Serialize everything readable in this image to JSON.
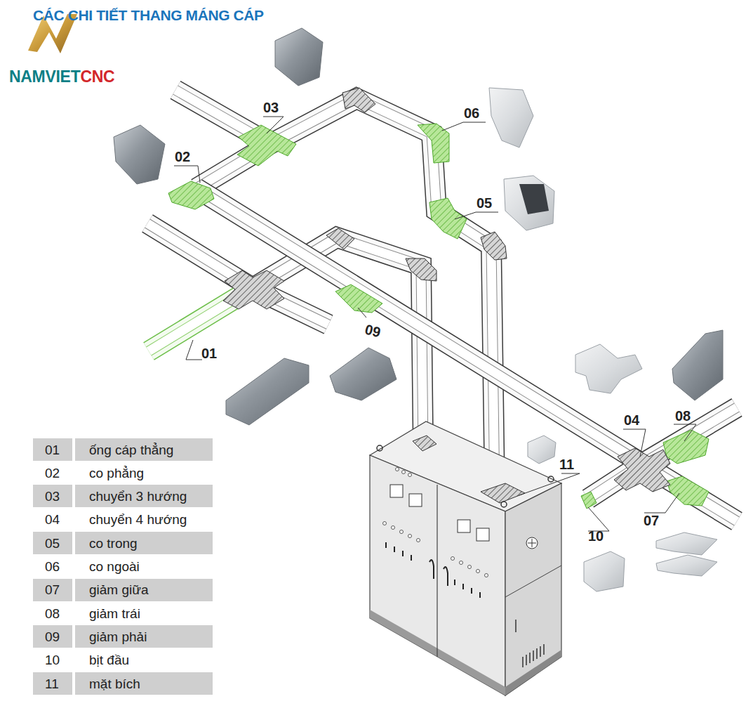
{
  "diagram": {
    "title": "CÁC CHI TIẾT THANG MÁNG CÁP",
    "labels": [
      "NAMVIET",
      "CNC",
      "03",
      "02",
      "06",
      "05",
      "09",
      "01",
      "04",
      "08",
      "11",
      "10",
      "07",
      "01",
      "ống cáp thẳng",
      "02",
      "co phẳng",
      "03",
      "chuyển 3 hướng",
      "04",
      "chuyển 4 hướng",
      "05",
      "co trong",
      "06",
      "co ngoài",
      "07",
      "giảm giữa",
      "08",
      "giảm trái",
      "09",
      "giảm phải",
      "10",
      "bịt đầu",
      "11",
      "mặt bích"
    ]
  }
}
